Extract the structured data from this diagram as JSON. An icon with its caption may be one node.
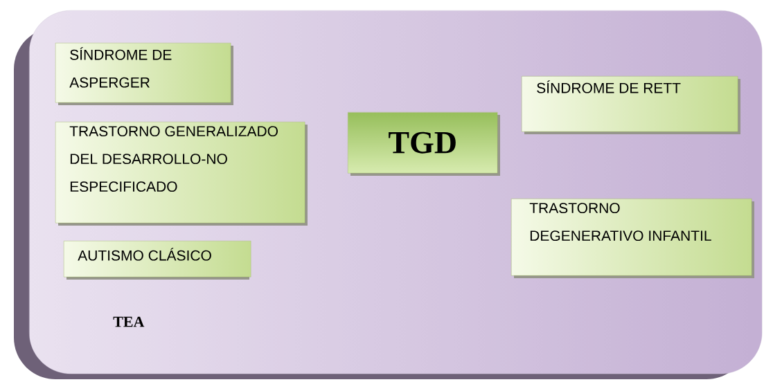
{
  "diagram": {
    "nodes": [
      {
        "text": [
          "TEA"
        ]
      },
      {
        "text": [
          "SÍNDROME DE ASPERGER"
        ],
        "in": 0
      },
      {
        "text": [
          "TGD"
        ],
        "in": 0
      },
      {
        "text": [
          "SÍNDROME DE RETT"
        ],
        "in": 0
      },
      {
        "text": [
          "TRASTORNO GENERALIZADO DEL DESARROLLO-NO ESPECIFICADO"
        ],
        "in": 0
      },
      {
        "text": [
          "TRASTORNO DEGENERATIVO INFANTIL"
        ],
        "in": 0
      },
      {
        "text": [
          "AUTISMO CLÁSICO"
        ],
        "in": 0
      }
    ]
  }
}
